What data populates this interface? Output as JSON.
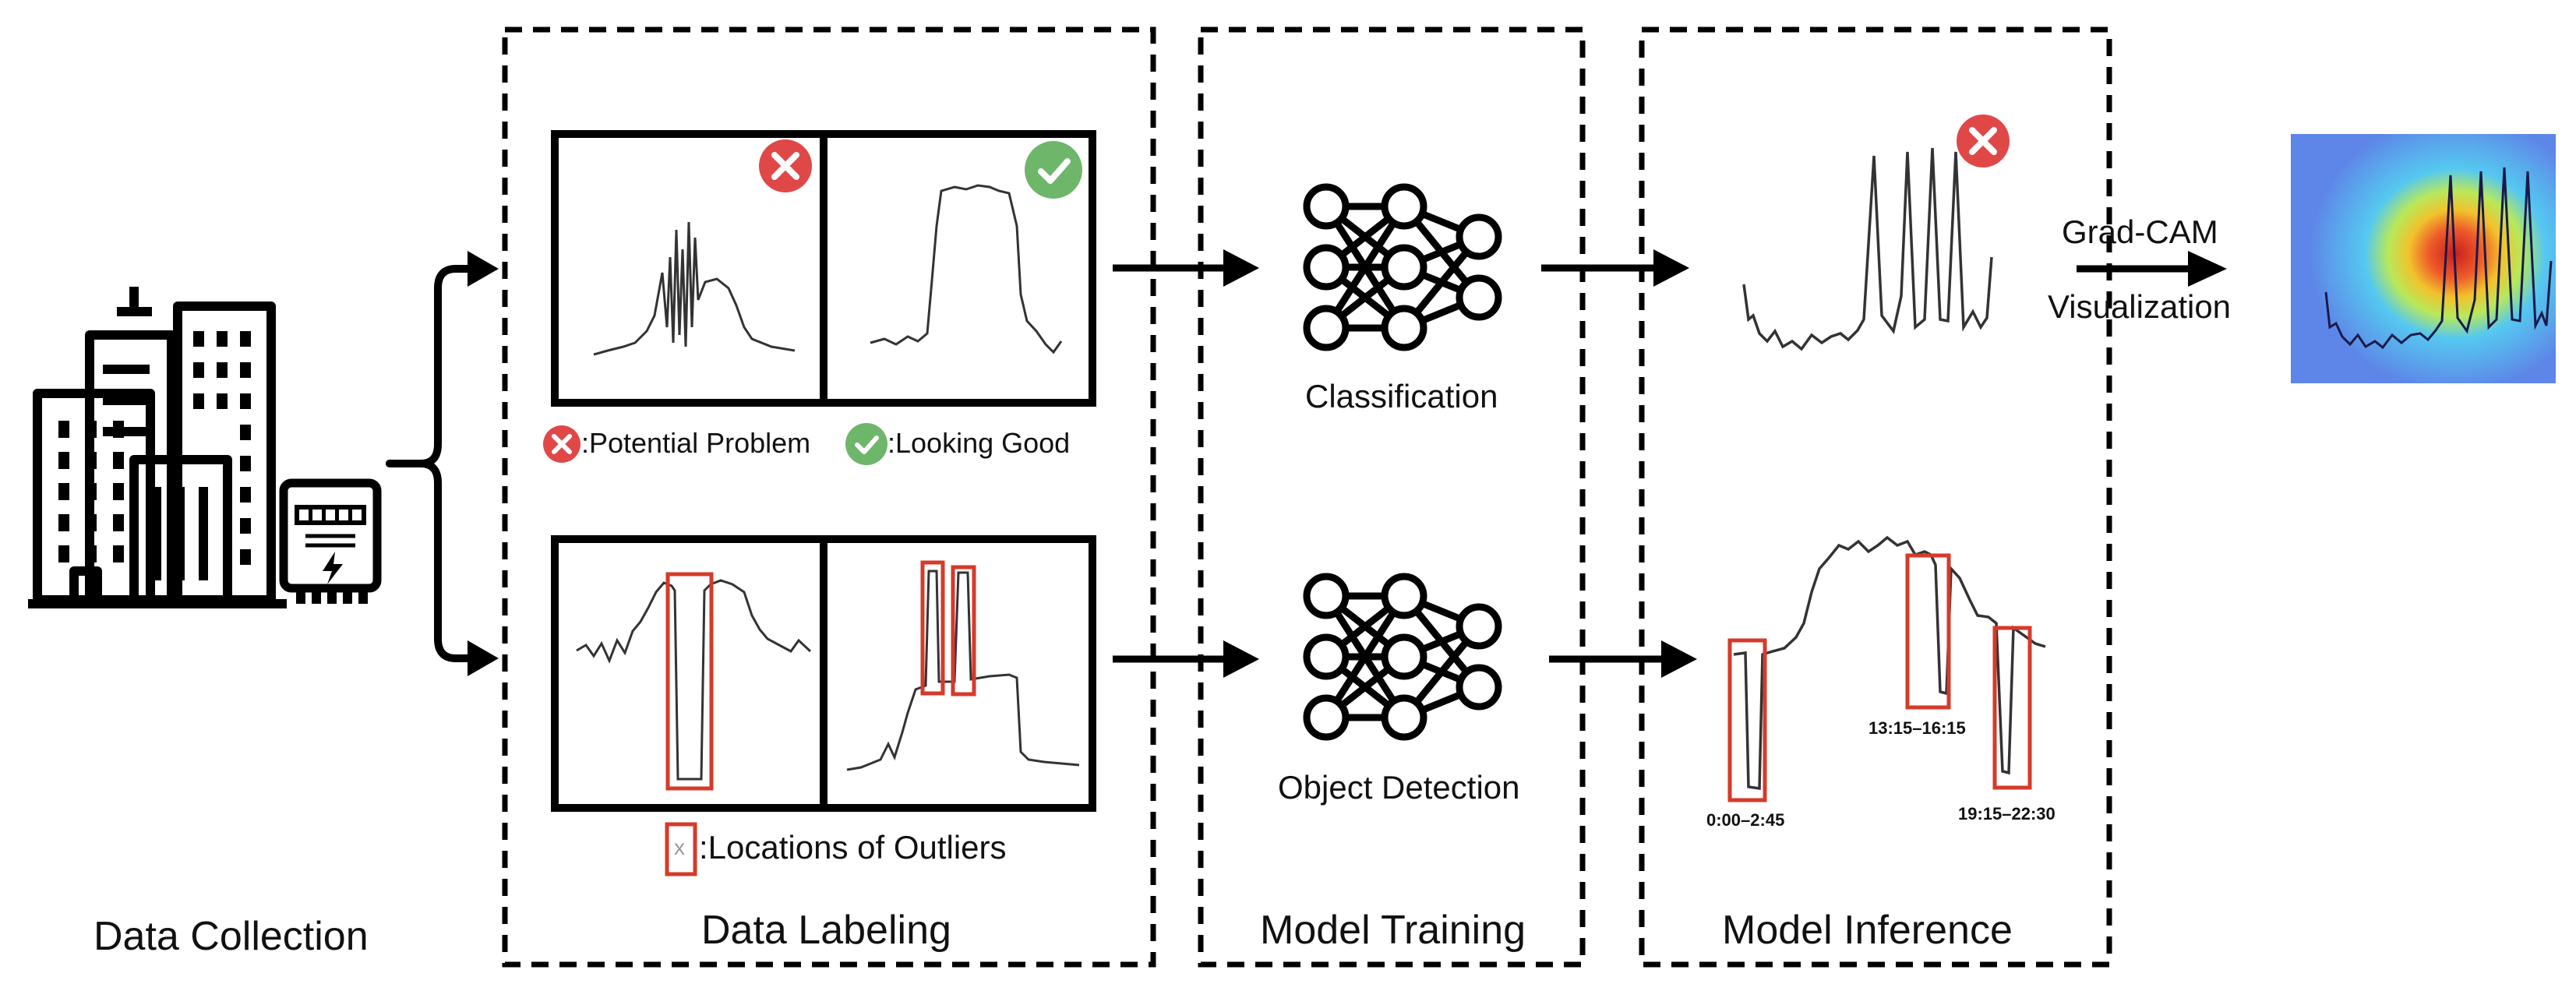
{
  "sections": {
    "collection": "Data Collection",
    "labeling": "Data Labeling",
    "training": "Model Training",
    "inference": "Model Inference"
  },
  "models": {
    "classification": "Classification",
    "detection": "Object Detection"
  },
  "legend": {
    "problem": ":Potential Problem",
    "good": ":Looking Good",
    "outliers": ":Locations of Outliers",
    "outlier_marker": "x"
  },
  "inference": {
    "intervals": [
      "0:00–2:45",
      "13:15–16:15",
      "19:15–22:30"
    ]
  },
  "visualization": {
    "line1": "Grad-CAM",
    "line2": "Visualization"
  },
  "colors": {
    "problem": "#e04848",
    "good": "#6db66a",
    "outlier_box": "#d63a2a"
  },
  "icons": [
    "building-icon",
    "smart-meter-icon",
    "neural-network-icon",
    "cross-badge-icon",
    "check-badge-icon",
    "heatmap-image"
  ]
}
